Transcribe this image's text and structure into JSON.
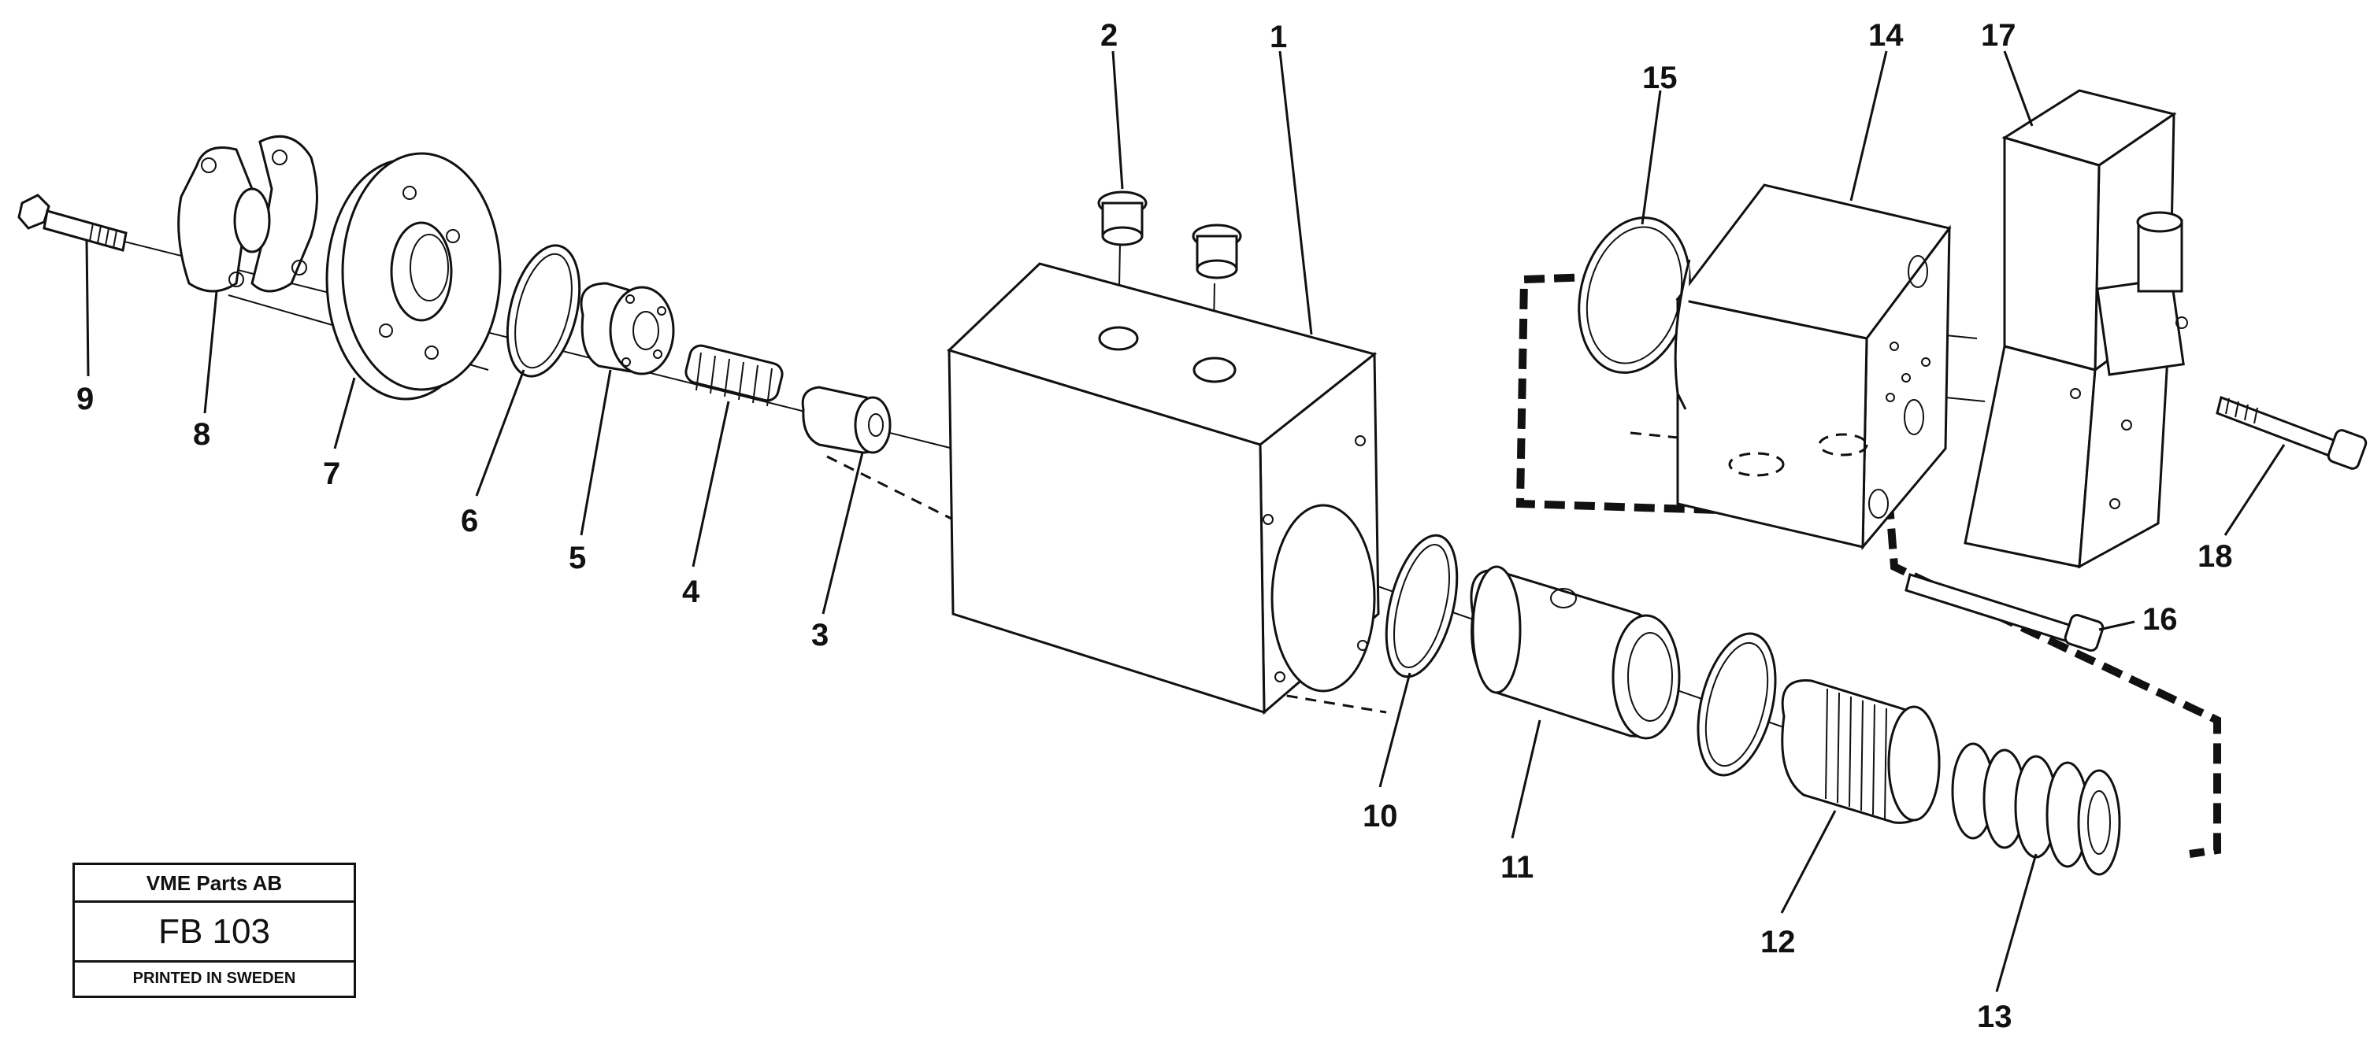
{
  "callouts": [
    "1",
    "2",
    "3",
    "4",
    "5",
    "6",
    "7",
    "8",
    "9",
    "10",
    "11",
    "12",
    "13",
    "14",
    "15",
    "16",
    "17",
    "18"
  ],
  "title_block": {
    "company": "VME Parts AB",
    "code": "FB 103",
    "printed": "PRINTED IN SWEDEN"
  }
}
